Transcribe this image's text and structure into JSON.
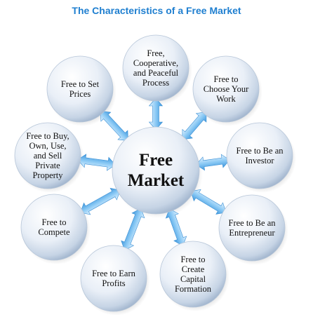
{
  "title": "The Characteristics of a Free Market",
  "center": {
    "label": "Free\nMarket"
  },
  "nodes": [
    {
      "id": "cooperative",
      "label": "Free,\nCooperative,\nand Peaceful\nProcess"
    },
    {
      "id": "choose-work",
      "label": "Free to\nChoose Your\nWork"
    },
    {
      "id": "investor",
      "label": "Free to Be an\nInvestor"
    },
    {
      "id": "entrepreneur",
      "label": "Free to Be an\nEntrepreneur"
    },
    {
      "id": "capital",
      "label": "Free to\nCreate\nCapital\nFormation"
    },
    {
      "id": "profits",
      "label": "Free to Earn\nProfits"
    },
    {
      "id": "compete",
      "label": "Free to\nCompete"
    },
    {
      "id": "property",
      "label": "Free to Buy,\nOwn, Use,\nand Sell\nPrivate\nProperty"
    },
    {
      "id": "prices",
      "label": "Free to Set\nPrices"
    }
  ],
  "colors": {
    "title": "#1f7fd0",
    "bubble_light": "#ffffff",
    "bubble_mid": "#e8eef6",
    "bubble_dark": "#a9bcd3",
    "arrow_light": "#d6ecfb",
    "arrow_dark": "#4aa3e6"
  },
  "connector": {
    "type": "double-arrow",
    "icon": "double-arrow-icon"
  }
}
